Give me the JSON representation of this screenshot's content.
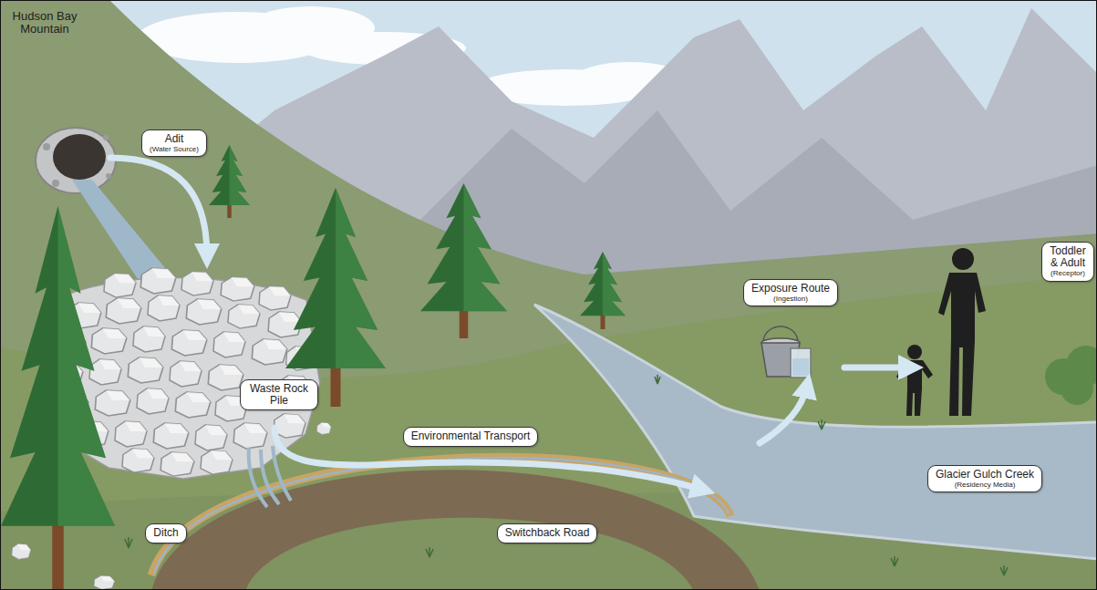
{
  "diagram": {
    "nodes": [
      {
        "text": [
          "Adit",
          "(Water Source)"
        ]
      },
      {
        "text": [
          "Toddler & Adult",
          "(Receptor)"
        ]
      },
      {
        "text": [
          "Exposure Route",
          "(Ingestion)"
        ]
      },
      {
        "text": [
          "Waste Rock Pile"
        ]
      },
      {
        "text": [
          "Environmental Transport"
        ]
      },
      {
        "text": [
          "Glacier Gulch Creek",
          "(Residency Media)"
        ]
      },
      {
        "text": [
          "Ditch"
        ]
      },
      {
        "text": [
          "Switchback Road"
        ]
      }
    ],
    "labels": [
      "Hudson Bay Mountain"
    ]
  }
}
